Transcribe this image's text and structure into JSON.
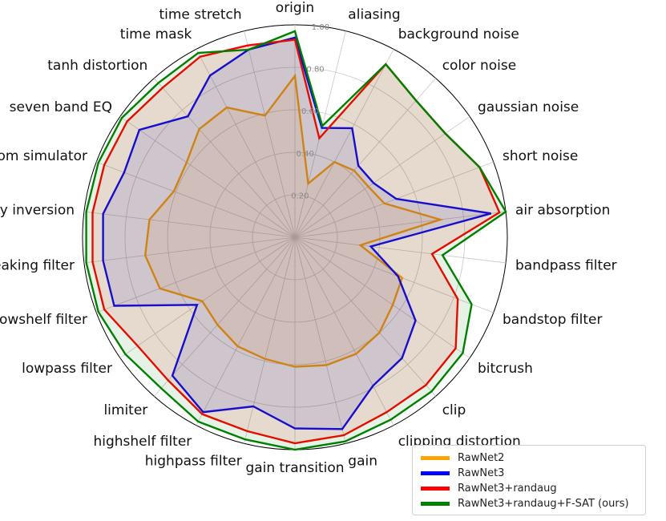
{
  "chart_data": {
    "type": "radar",
    "title": "",
    "rlim": [
      0,
      1
    ],
    "rticks": [
      "0.20",
      "0.40",
      "0.60",
      "0.80",
      "1.00"
    ],
    "rtick_values": [
      0.2,
      0.4,
      0.6,
      0.8,
      1.0
    ],
    "grid": true,
    "legend_position": "bottom-right",
    "categories": [
      "origin",
      "aliasing",
      "background noise",
      "color noise",
      "gaussian noise",
      "short noise",
      "air absorption",
      "bandpass filter",
      "bandstop filter",
      "bitcrush",
      "clip",
      "clipping distortion",
      "gain",
      "gain transition",
      "highpass filter",
      "highshelf filter",
      "limiter",
      "lowpass filter",
      "lowshelf filter",
      "peaking filter",
      "polarity inversion",
      "room simulator",
      "seven band EQ",
      "tanh distortion",
      "time mask",
      "time stretch"
    ],
    "series": [
      {
        "name": "RawNet2",
        "color": "#ffa500",
        "values": [
          0.76,
          0.26,
          0.4,
          0.42,
          0.42,
          0.45,
          0.69,
          0.31,
          0.54,
          0.56,
          0.6,
          0.62,
          0.62,
          0.61,
          0.59,
          0.58,
          0.55,
          0.53,
          0.68,
          0.71,
          0.69,
          0.61,
          0.62,
          0.68,
          0.69,
          0.59
        ]
      },
      {
        "name": "RawNet3",
        "color": "#0000ff",
        "values": [
          0.94,
          0.53,
          0.58,
          0.45,
          0.45,
          0.51,
          0.93,
          0.36,
          0.52,
          0.69,
          0.76,
          0.79,
          0.93,
          0.9,
          0.82,
          0.93,
          0.87,
          0.56,
          0.91,
          0.91,
          0.91,
          0.86,
          0.89,
          0.76,
          0.86,
          0.91
        ]
      },
      {
        "name": "RawNet3+randaug",
        "color": "#ff0000",
        "values": [
          0.93,
          0.48,
          0.92,
          0.86,
          0.86,
          0.93,
          0.97,
          0.65,
          0.82,
          0.92,
          0.93,
          0.93,
          0.96,
          0.97,
          0.94,
          0.94,
          0.9,
          0.9,
          0.96,
          0.96,
          0.96,
          0.96,
          0.96,
          0.94,
          0.96,
          0.93
        ]
      },
      {
        "name": "RawNet3+randaug+F-SAT (ours)",
        "color": "#008000",
        "values": [
          0.97,
          0.54,
          0.92,
          0.86,
          0.86,
          0.93,
          1.0,
          0.7,
          0.89,
          0.96,
          0.97,
          0.97,
          0.99,
          1.0,
          0.98,
          0.98,
          0.95,
          0.97,
          0.99,
          0.99,
          0.99,
          0.99,
          0.99,
          0.97,
          0.98,
          0.91
        ]
      }
    ]
  }
}
